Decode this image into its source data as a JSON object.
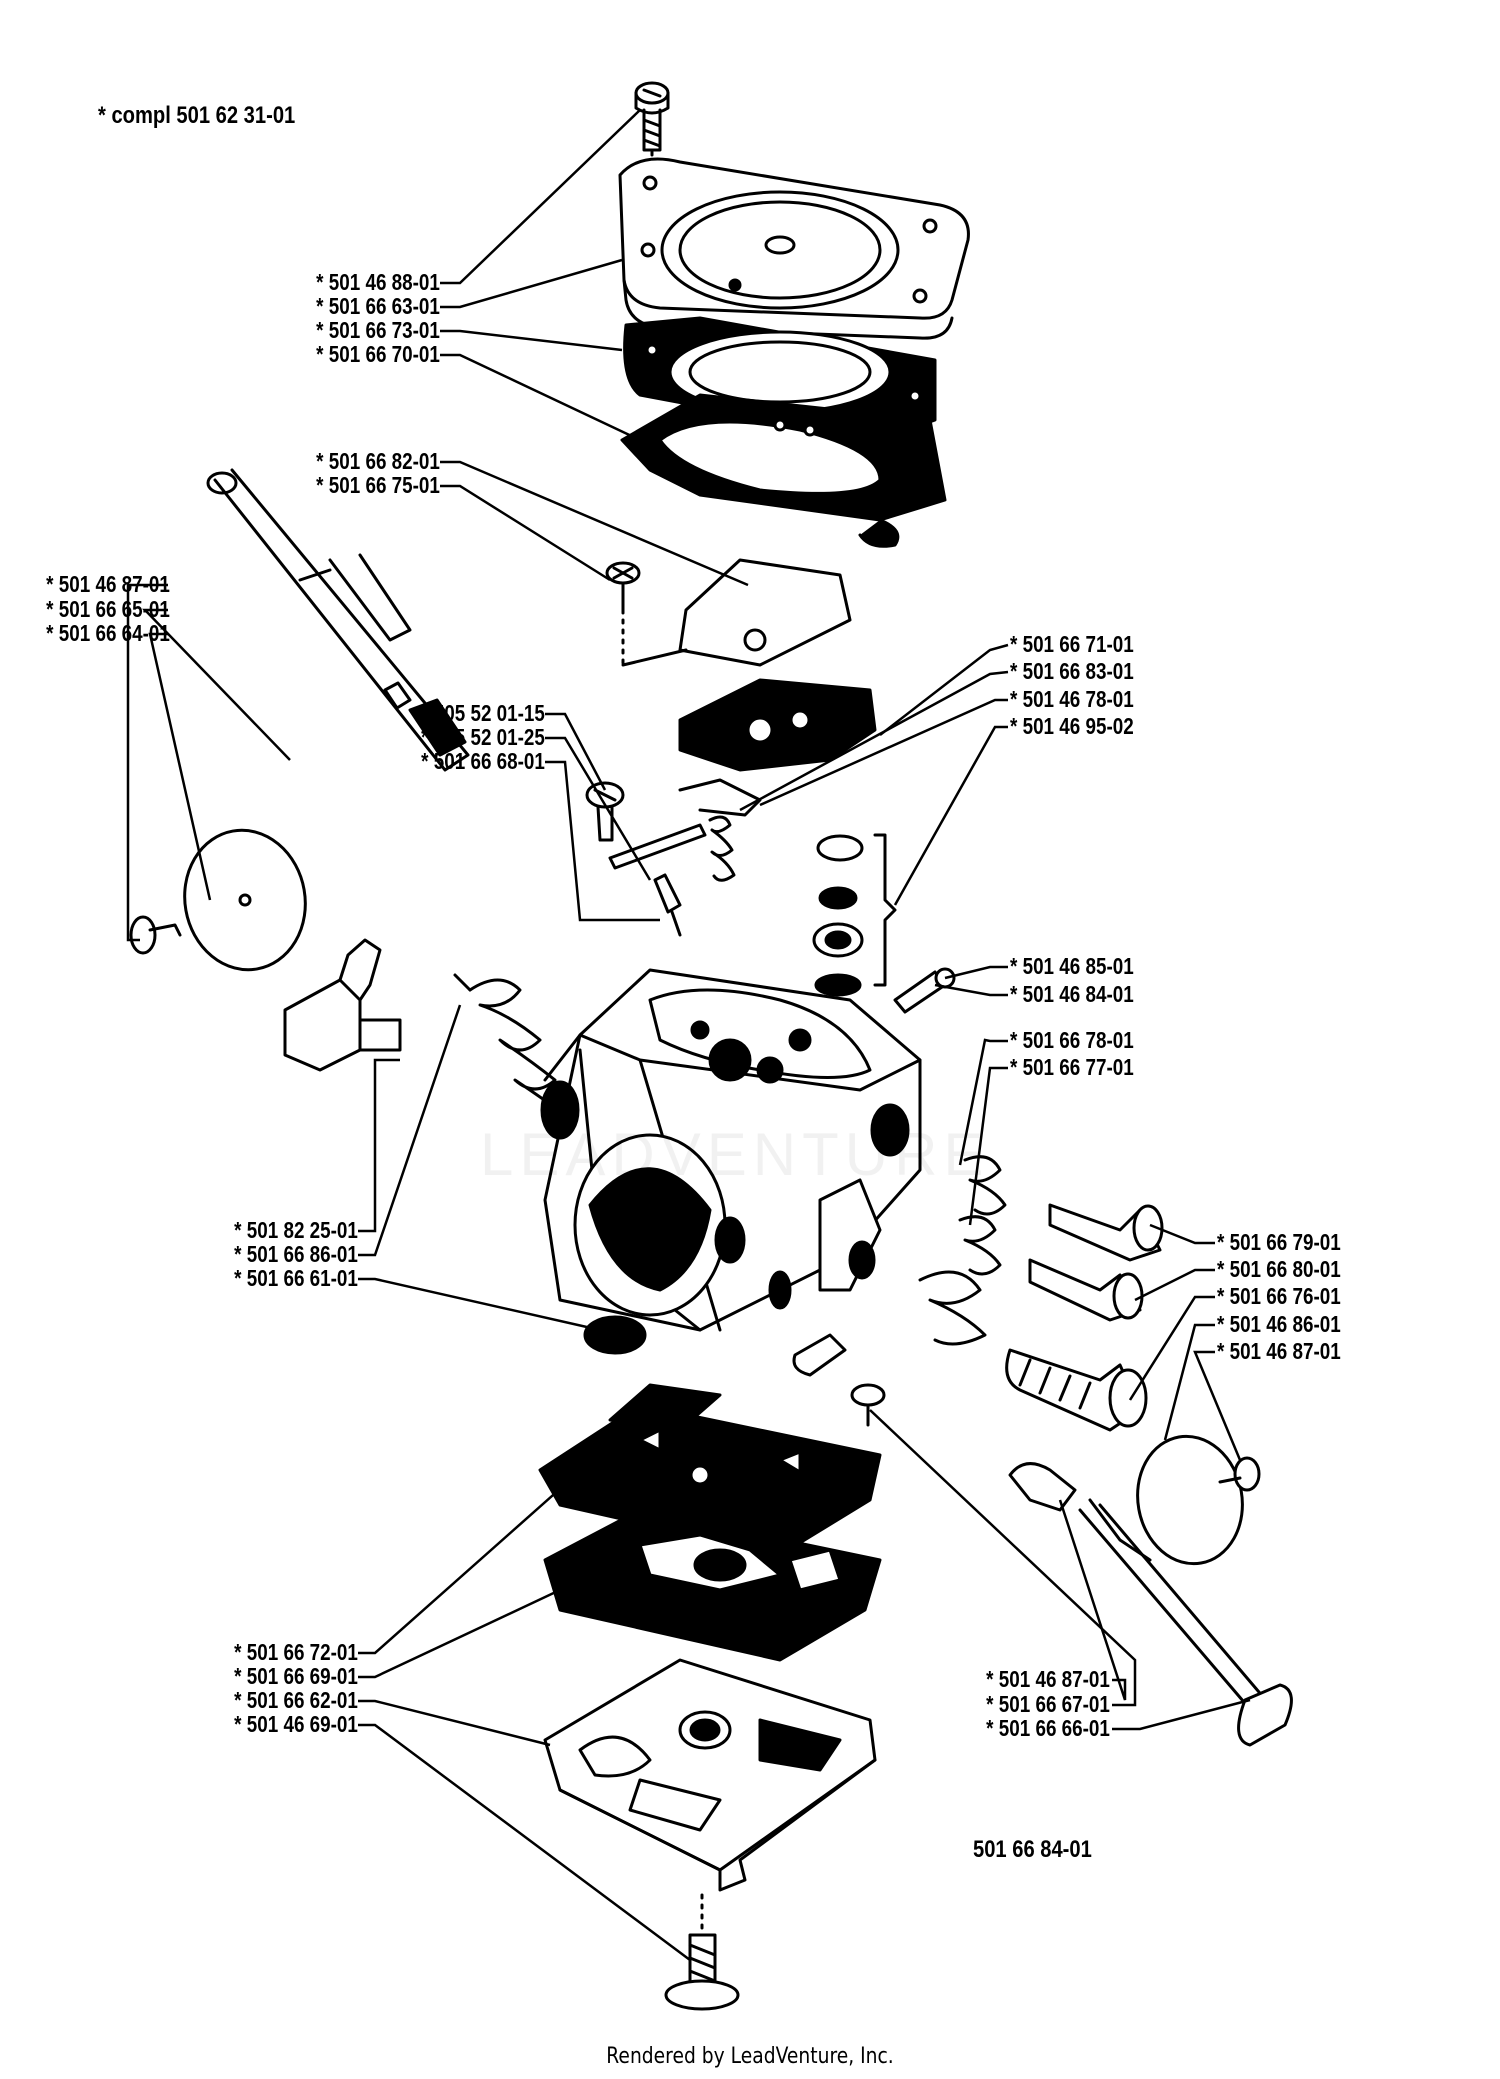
{
  "header": {
    "kit_note": "*  compl 501 62 31-01"
  },
  "assembly_number": "501 66 84-01",
  "footer": "Rendered by LeadVenture, Inc.",
  "watermark": "LEADVENTURE",
  "labels_left": [
    "*  501 46 88-01",
    "*  501 66 63-01",
    "*  501 66 73-01",
    "*  501 66 70-01",
    "*  501 66 82-01",
    "*  501 66 75-01",
    "*  501 46 87-01",
    "*  501 66 65-01",
    "*  501 66 64-01",
    "*  505 52 01-15",
    "*  505 52 01-25",
    "*  501 66 68-01",
    "*  501 82 25-01",
    "*  501 66 86-01",
    "*  501 66 61-01",
    "*  501 66 72-01",
    "*  501 66 69-01",
    "*  501 66 62-01",
    "*  501 46 69-01",
    "*  501 46 87-01",
    "*  501 66 67-01",
    "*  501 66 66-01"
  ],
  "labels_right": [
    "*  501 66 71-01",
    "*  501 66 83-01",
    "*  501 46 78-01",
    "*  501 46 95-02",
    "*  501 46 85-01",
    "*  501 46 84-01",
    "*  501 66 78-01",
    "*  501 66 77-01",
    "*  501 66 79-01",
    "*  501 66 80-01",
    "*  501 66 76-01",
    "*  501 46 86-01",
    "*  501 46 87-01"
  ]
}
